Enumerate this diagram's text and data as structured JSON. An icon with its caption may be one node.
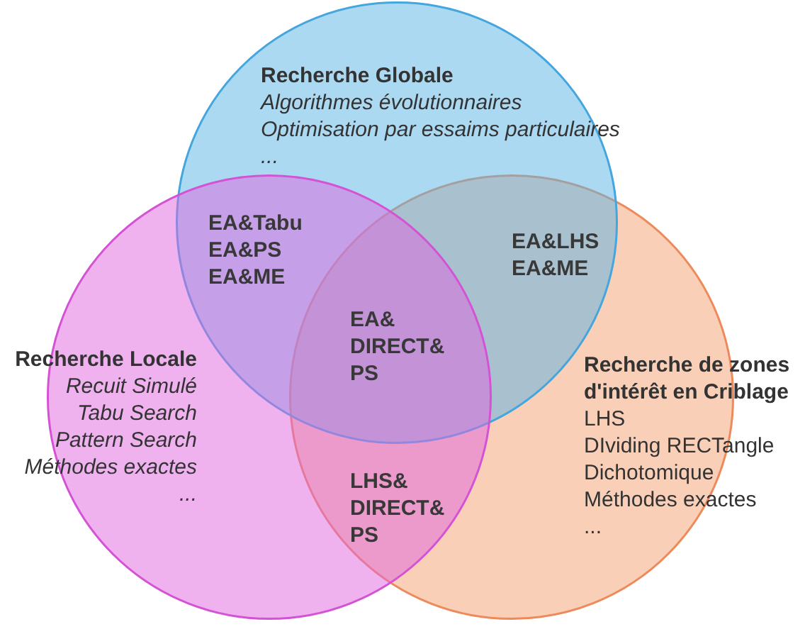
{
  "diagram": {
    "nodes": [
      {
        "text": [
          "Recherche Globale",
          "Algorithmes évolutionnaires",
          "Optimisation par essaims particulaires",
          "..."
        ]
      },
      {
        "text": [
          "Recherche Locale",
          "Recuit Simulé",
          "Tabu Search",
          "Pattern Search",
          "Méthodes exactes",
          "..."
        ]
      },
      {
        "text": [
          "Recherche de zones d'intérêt en Criblage",
          "LHS",
          "DIviding RECTangle",
          "Dichotomique",
          "Méthodes exactes",
          "..."
        ]
      }
    ],
    "labels": [
      "EA&Tabu",
      "EA&PS",
      "EA&ME",
      "EA&LHS",
      "EA&ME",
      "EA& DIRECT& PS",
      "LHS& DIRECT& PS"
    ]
  }
}
